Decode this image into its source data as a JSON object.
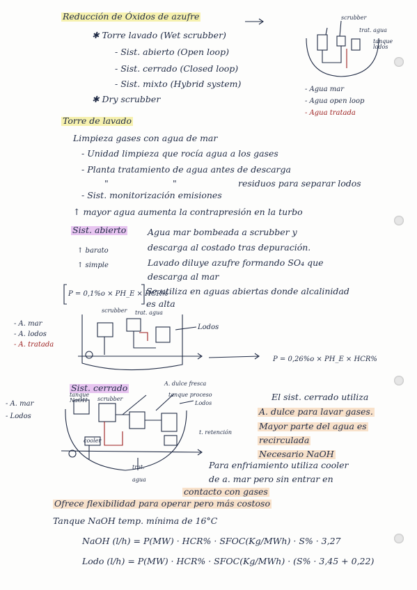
{
  "sec1": {
    "title": "Reducción de Óxidos de azufre",
    "item_wet": "✱ Torre lavado (Wet scrubber)",
    "sub1": "- Sist. abierto (Open loop)",
    "sub2": "- Sist. cerrado (Closed loop)",
    "sub3": "- Sist. mixto (Hybrid system)",
    "item_dry": "✱ Dry scrubber",
    "d1_scrubber": "scrubber",
    "d1_trat": "trat. agua",
    "d1_tanque": "tanque lodos",
    "legend1": "- Agua mar",
    "legend2": "- Agua open loop",
    "legend3": "- Agua tratada"
  },
  "sec2": {
    "title": "Torre de lavado",
    "l1": "Limpieza gases con agua de mar",
    "l2": "- Unidad limpieza que rocía agua a los gases",
    "l3": "- Planta tratamiento de agua antes de descarga",
    "l4a": "\"",
    "l4b": "\"",
    "l4c": "residuos para separar lodos",
    "l5": "- Sist. monitorización emisiones",
    "l6": "↑ mayor agua aumenta la contrapresión en la turbo"
  },
  "sec3": {
    "label": "Sist. abierto",
    "pro1": "↑ barato",
    "pro2": "↑ simple",
    "t1": "Agua mar bombeada a scrubber y",
    "t2": "descarga al costado tras depuración.",
    "t3": "Lavado diluye azufre formando SO₄ que",
    "t4": "descarga al mar",
    "formula": "P = 0,1%o × PH_E × HCR%",
    "t5": "Se utiliza en aguas abiertas donde alcalinidad",
    "t6": "es alta",
    "d2_scrubber": "scrubber",
    "d2_trat": "trat. agua",
    "d2_lodos": "Lodos",
    "leg1": "- A. mar",
    "leg2": "- A. lodos",
    "leg3": "- A. tratada",
    "formula2": "P = 0,26%o × PH_E × HCR%"
  },
  "sec4": {
    "label": "Sist. cerrado",
    "d3_adulce": "A. dulce fresca",
    "d3_tanque": "tanque proceso",
    "d3_naoh": "tanque NaOH",
    "d3_scrubber": "scrubber",
    "d3_lodos": "Lodos",
    "d3_cooler": "cooler",
    "d3_ret": "t. retención",
    "d3_trat1": "trat.",
    "d3_trat2": "agua",
    "leg1": "- A. mar",
    "leg2": "- Lodos",
    "t1": "El sist. cerrado utiliza",
    "t2": "A. dulce para lavar gases.",
    "t3": "Mayor parte del agua es",
    "t4": "recirculada",
    "t5": "Necesario NaOH",
    "t6": "Para enfriamiento utiliza cooler",
    "t7": "de a. mar pero sin entrar en",
    "t8": "contacto con gases",
    "t9": "Ofrece flexibilidad para operar pero más costoso",
    "t10": "Tanque NaOH temp. mínima de 16°C",
    "eq1": "NaOH (l/h) = P(MW) · HCR% · SFOC(Kg/MWh) · S% · 3,27",
    "eq2": "Lodo (l/h) = P(MW) · HCR% · SFOC(Kg/MWh) · (S% · 3,45 + 0,22)"
  }
}
